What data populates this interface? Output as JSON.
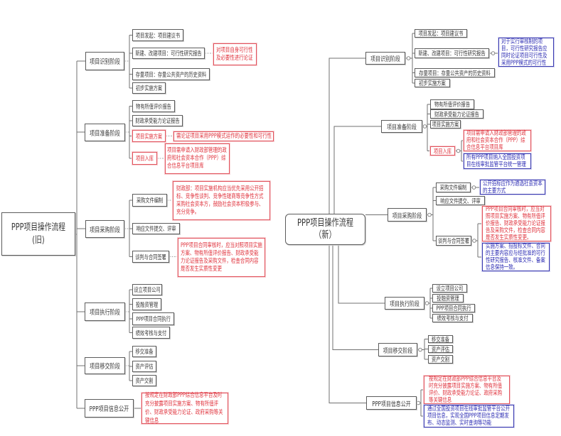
{
  "colors": {
    "note_red": "#e0353f",
    "note_blue": "#2e2eb4",
    "node_border": "#5c5c5c",
    "text": "#383838"
  },
  "old_flow": {
    "title": "PPP项目操作流程",
    "version": "(旧)",
    "stages": [
      {
        "label": "项目识别阶段",
        "items": [
          {
            "label": "项目发起：项目建议书"
          },
          {
            "label": "新建、改建项目：可行性研究报告",
            "notes": [
              {
                "color": "red",
                "text": "对项目自身可行性及必要性进行论证"
              }
            ]
          },
          {
            "label": "存量项目：存量公共资产的历史资料"
          },
          {
            "label": "初步实施方案"
          }
        ]
      },
      {
        "label": "项目准备阶段",
        "items": [
          {
            "label": "物有所值评价报告"
          },
          {
            "label": "财政承受能力论证报告"
          },
          {
            "label": "项目实施方案",
            "highlight": "red",
            "notes": [
              {
                "color": "red",
                "text": "需论证项目采用PPP模式运作的必要性和可行性"
              }
            ]
          },
          {
            "label": "项目入库",
            "highlight": "red",
            "notes": [
              {
                "color": "red",
                "text": "项目需申请入财政部管理的政府和社会资本合作（PPP）综合信息平台项目库"
              }
            ]
          }
        ]
      },
      {
        "label": "项目采购阶段",
        "items": [
          {
            "label": "采购文件编制",
            "notes": [
              {
                "color": "red",
                "text": "财政部：项目实施机构应当优先采用公开招标、竞争性谈判、竞争性磋商等竞争性方式采购社会资本方，鼓励社会资本积极参与、充分竞争。"
              }
            ]
          },
          {
            "label": "响应文件提交、评审"
          },
          {
            "label": "谈判与合同签署",
            "notes": [
              {
                "color": "red",
                "text": "PPP项目合同审核时，应当对照项目实施方案、物有所值评价报告、财政承受能力论证报告及采购文件，检查合同内容是否发生实质性变更"
              }
            ]
          }
        ]
      },
      {
        "label": "项目执行阶段",
        "items": [
          {
            "label": "设立项目公司"
          },
          {
            "label": "投融资管理"
          },
          {
            "label": "PPP项目合同执行"
          },
          {
            "label": "绩效考核与支付"
          }
        ]
      },
      {
        "label": "项目移交阶段",
        "items": [
          {
            "label": "移交准备"
          },
          {
            "label": "资产评估"
          },
          {
            "label": "资产交割"
          }
        ]
      },
      {
        "label": "PPP项目信息公开",
        "notes": [
          {
            "color": "red",
            "text": "按规定在财政部PPP综合信息平台及时充分披露项目实施方案、物有所值评价、财政承受能力论证、政府采购等关键信息"
          }
        ]
      }
    ]
  },
  "new_flow": {
    "title": "PPP项目操作流程",
    "version": "（新）",
    "stages": [
      {
        "label": "项目识别阶段",
        "items": [
          {
            "label": "项目发起：项目建议书"
          },
          {
            "label": "新建、改建项目：可行性研究报告",
            "notes": [
              {
                "color": "blue",
                "text": "对于实行审核制的项目，可行性研究报告应同时论证项目可行性及采用PPP模式的可行性"
              }
            ]
          },
          {
            "label": "存量项目：存量公共资产的历史资料"
          },
          {
            "label": "初步实施方案"
          }
        ]
      },
      {
        "label": "项目准备阶段",
        "items": [
          {
            "label": "物有所值评价报告"
          },
          {
            "label": "财政承受能力论证报告"
          },
          {
            "label": "项目实施方案"
          },
          {
            "label": "项目入库",
            "highlight": "red",
            "notes": [
              {
                "color": "red",
                "text": "项目需申请入财政部管理的政府和社会资本合作（PPP）综合信息平台项目库"
              },
              {
                "color": "blue",
                "text": "所有PPP项目纳入全国投资项目在线审批监管平台统一管理"
              }
            ]
          }
        ]
      },
      {
        "label": "项目采购阶段",
        "items": [
          {
            "label": "采购文件编制",
            "notes": [
              {
                "color": "blue",
                "text": "公开招标应作为遴选社会资本的主要方式"
              }
            ]
          },
          {
            "label": "响应文件提交、评审"
          },
          {
            "label": "谈判与合同签署",
            "notes": [
              {
                "color": "red",
                "text": "PPP项目合同审核时，应当对照项目实施方案、物有所值评价报告、财政承受能力论证报告及采购文件，检查合同内容是否发生实质性变更。"
              },
              {
                "color": "blue",
                "text": "实施方案、招投标文件、合同的主要内容应与经批准的可行性研究报告、核准文件、备案信息保持一致。"
              }
            ]
          }
        ]
      },
      {
        "label": "项目执行阶段",
        "items": [
          {
            "label": "设立项目公司"
          },
          {
            "label": "投融资管理"
          },
          {
            "label": "PPP项目合同执行"
          },
          {
            "label": "绩效考核与支付"
          }
        ]
      },
      {
        "label": "项目移交阶段",
        "items": [
          {
            "label": "移交准备"
          },
          {
            "label": "资产评估"
          },
          {
            "label": "资产交割"
          }
        ]
      },
      {
        "label": "PPP项目信息公开",
        "notes": [
          {
            "color": "red",
            "text": "按规定在财政部PPP综合信息平台及时充分披露项目实施方案、物有所值评价、财政承受能力论证、政府采购等关键信息"
          },
          {
            "color": "blue",
            "text": "通过全国投资项目在线审批监管平台公开项目信息，实现全国PPP项目信息定期发布、动态监测、实时查询等功能"
          }
        ]
      }
    ]
  }
}
